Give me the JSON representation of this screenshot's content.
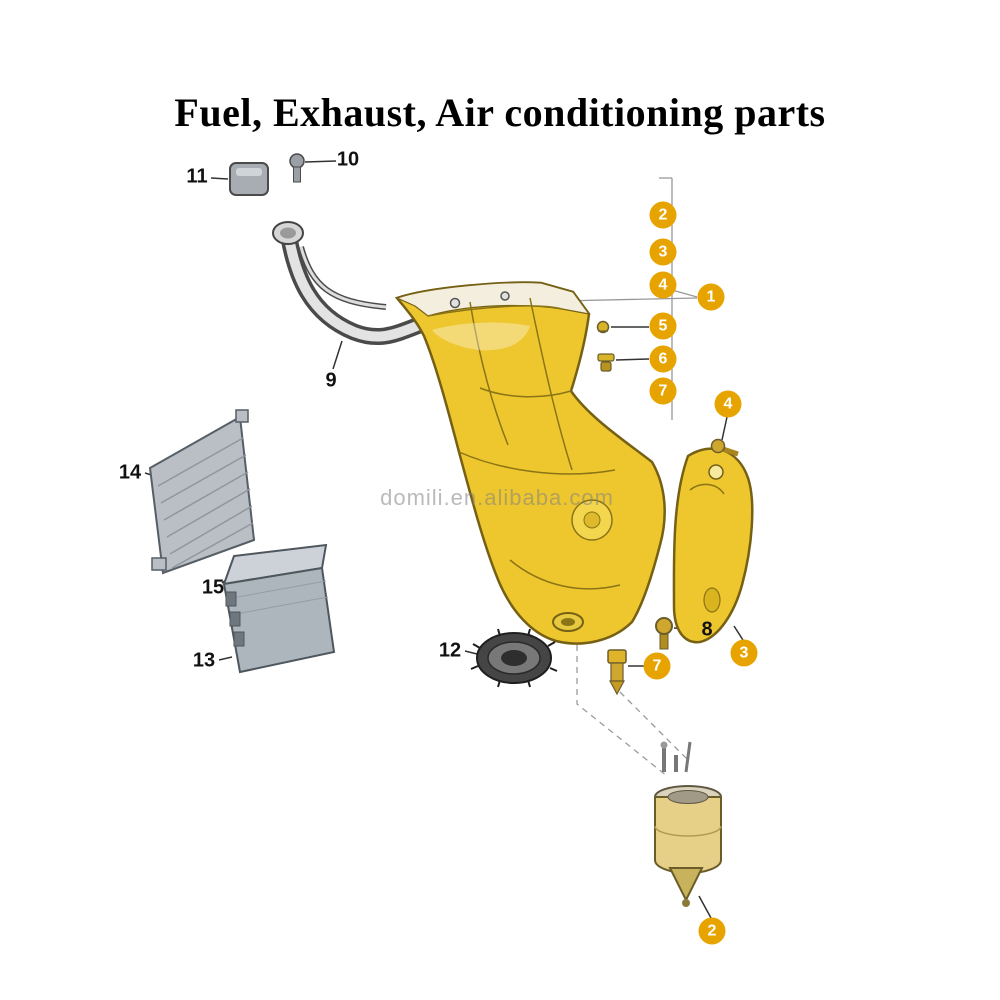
{
  "title": "Fuel, Exhaust, Air conditioning parts",
  "watermark": "domili.en.alibaba.com",
  "colors": {
    "callout_bg": "#E7A400",
    "callout_text": "#ffffff",
    "diagram_yellow": "#EEC72E",
    "watermark_color": "rgba(130,130,130,0.55)"
  },
  "callouts": [
    {
      "label": "2"
    },
    {
      "label": "3"
    },
    {
      "label": "4"
    },
    {
      "label": "1"
    },
    {
      "label": "5"
    },
    {
      "label": "6"
    },
    {
      "label": "7"
    },
    {
      "label": "4"
    },
    {
      "label": "3"
    },
    {
      "label": "7"
    },
    {
      "label": "2"
    }
  ],
  "labels": [
    {
      "label": "10"
    },
    {
      "label": "11"
    },
    {
      "label": "9"
    },
    {
      "label": "14"
    },
    {
      "label": "15"
    },
    {
      "label": "13"
    },
    {
      "label": "12"
    },
    {
      "label": "8"
    }
  ]
}
